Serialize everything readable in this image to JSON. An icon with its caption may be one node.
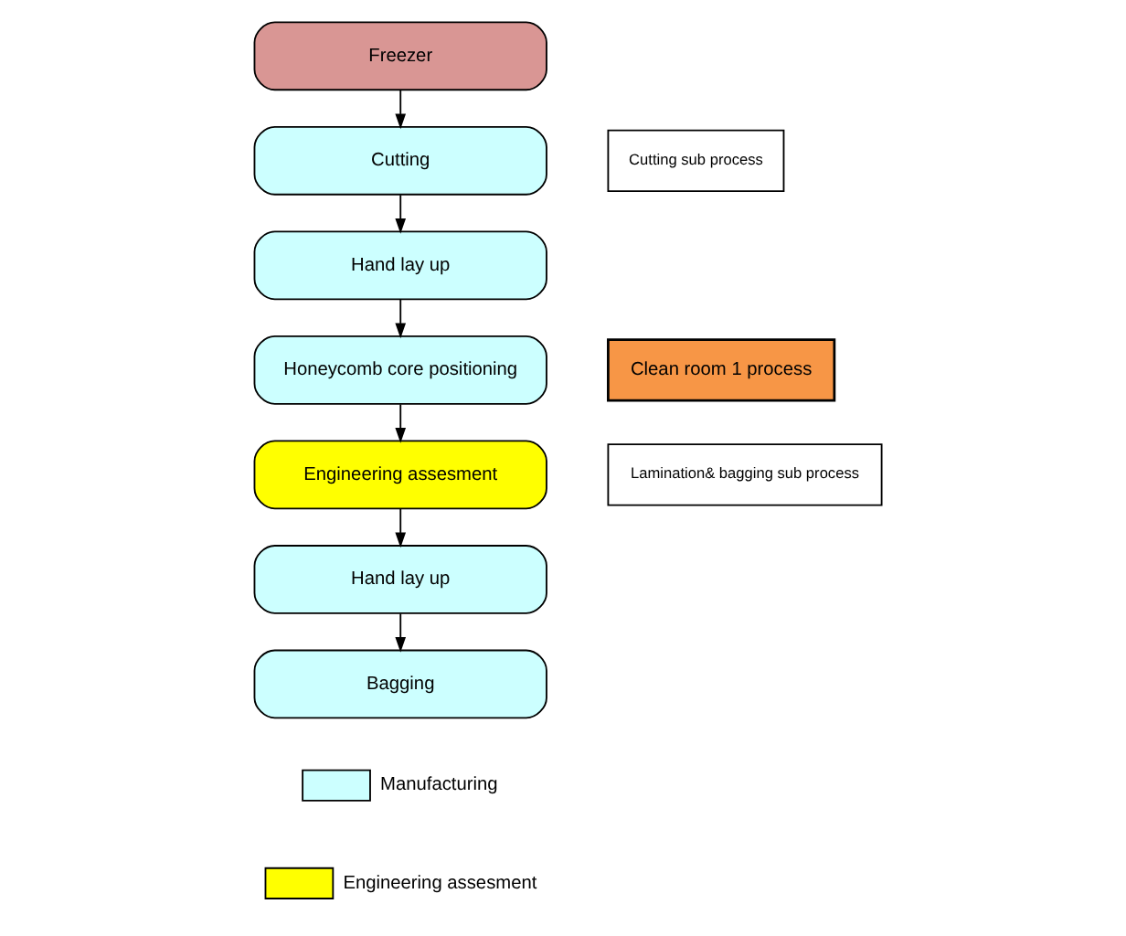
{
  "diagram": {
    "nodes": [
      {
        "text": [
          "Freezer"
        ]
      },
      {
        "text": [
          "Cutting sub process"
        ]
      },
      {
        "text": [
          "Cutting"
        ]
      },
      {
        "text": [
          "Hand lay up"
        ]
      },
      {
        "text": [
          "Honeycomb core positioning"
        ]
      },
      {
        "text": [
          "Clean room 1 process"
        ]
      },
      {
        "text": [
          "Lamination& bagging sub process"
        ]
      },
      {
        "text": [
          "Engineering assesment"
        ]
      },
      {
        "text": [
          "Hand lay up"
        ]
      },
      {
        "text": [
          "Bagging"
        ]
      }
    ],
    "edges": [
      {
        "from": 0,
        "to": 2,
        "arrow": "to"
      },
      {
        "from": 2,
        "to": 3,
        "arrow": "to"
      },
      {
        "from": 3,
        "to": 4,
        "arrow": "to"
      },
      {
        "from": 4,
        "to": 7,
        "arrow": "to"
      },
      {
        "from": 7,
        "to": 8,
        "arrow": "to"
      },
      {
        "from": 8,
        "to": 9,
        "arrow": "to"
      }
    ],
    "legend": [
      {
        "text": "Manufacturing",
        "color": "#ccffff"
      },
      {
        "text": "Engineering assesment",
        "color": "#ffff00"
      }
    ]
  }
}
